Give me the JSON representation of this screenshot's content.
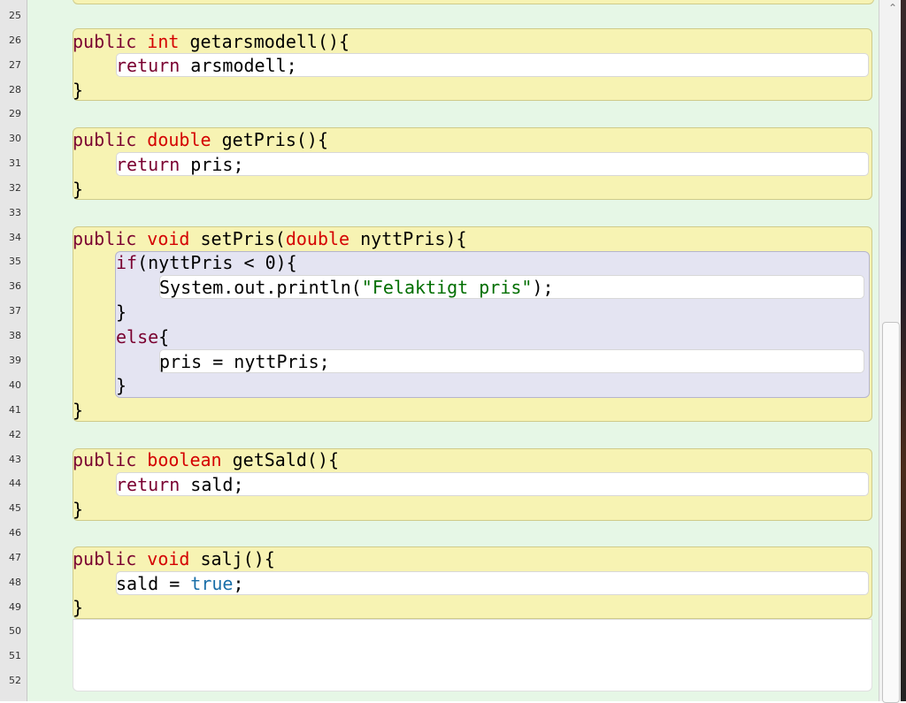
{
  "line_numbers": [
    "25",
    "26",
    "27",
    "28",
    "29",
    "30",
    "31",
    "32",
    "33",
    "34",
    "35",
    "36",
    "37",
    "38",
    "39",
    "40",
    "41",
    "42",
    "43",
    "44",
    "45",
    "46",
    "47",
    "48",
    "49",
    "50",
    "51",
    "52"
  ],
  "methods": {
    "getarsmodell": {
      "sig_mod": "public",
      "sig_type": "int",
      "sig_name": " getarsmodell(){",
      "body_kw": "return",
      "body_rest": " arsmodell;",
      "close": "}"
    },
    "getPris": {
      "sig_mod": "public",
      "sig_type": "double",
      "sig_name": " getPris(){",
      "body_kw": "return",
      "body_rest": " pris;",
      "close": "}"
    },
    "setPris": {
      "sig_mod": "public",
      "sig_type": "void",
      "sig_name": " setPris(",
      "param_type": "double",
      "param_rest": " nyttPris){",
      "if_kw": "if",
      "if_rest": "(nyttPris < 0){",
      "print_pre": "System.out.println(",
      "print_str": "\"Felaktigt pris\"",
      "print_post": ");",
      "if_close": "}",
      "else_kw": "else",
      "else_rest": "{",
      "else_body": "pris = nyttPris;",
      "else_close": "}",
      "close": "}"
    },
    "getSald": {
      "sig_mod": "public",
      "sig_type": "boolean",
      "sig_name": " getSald(){",
      "body_kw": "return",
      "body_rest": " sald;",
      "close": "}"
    },
    "salj": {
      "sig_mod": "public",
      "sig_type": "void",
      "sig_name": " salj(){",
      "body_pre": "sald = ",
      "body_lit": "true",
      "body_post": ";",
      "close": "}"
    }
  },
  "scrollbar": {
    "up_icon": "chevron-up-icon"
  },
  "colors": {
    "method_bg": "#f7f3b3",
    "class_bg": "#e6f7e6",
    "if_bg": "#e4e4f2",
    "keyword": "#7a0030",
    "type": "#d40000",
    "string": "#006e00",
    "literal": "#1a6ea8"
  }
}
